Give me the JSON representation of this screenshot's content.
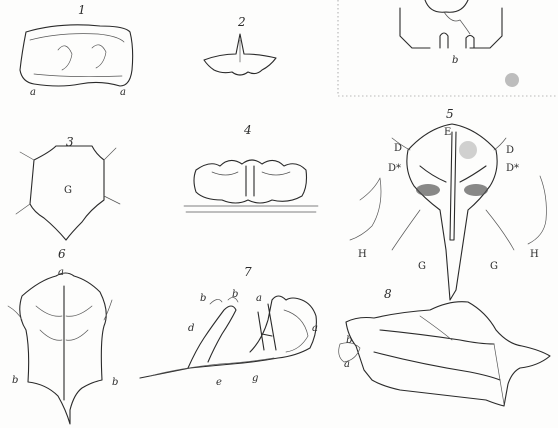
{
  "plate": {
    "figures": [
      {
        "number": "1",
        "labels": [
          "a",
          "a"
        ]
      },
      {
        "number": "2",
        "labels": []
      },
      {
        "number": "3",
        "labels": [
          "G"
        ]
      },
      {
        "number": "4",
        "labels": []
      },
      {
        "number": "5",
        "labels": [
          "E",
          "D",
          "D",
          "D*",
          "D*",
          "H",
          "H",
          "G",
          "G"
        ]
      },
      {
        "number": "6",
        "labels": [
          "a",
          "b",
          "b"
        ]
      },
      {
        "number": "7",
        "labels": [
          "a",
          "a",
          "b",
          "b",
          "d",
          "e",
          "g"
        ]
      },
      {
        "number": "8",
        "labels": [
          "b",
          "a"
        ]
      },
      {
        "number": "inset",
        "labels": [
          "b"
        ]
      }
    ]
  }
}
